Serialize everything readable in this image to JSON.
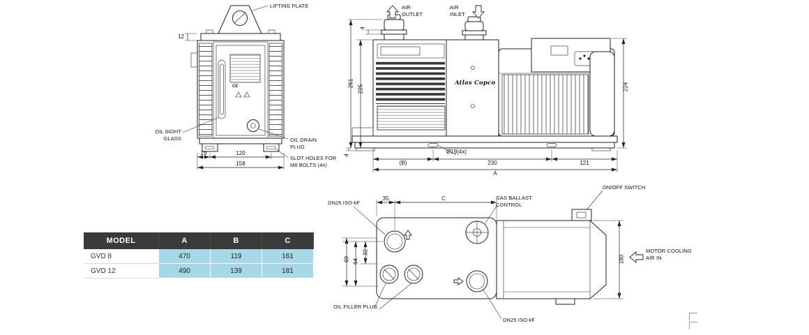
{
  "front_view": {
    "labels": {
      "lifting_plate": "LIFTING PLATE",
      "oil_sight_glass": "OIL SIGHT\nGLASS",
      "oil_drain_plug": "OIL DRAIN\nPLUG",
      "slot_holes": "SLOT HOLES FOR\nM8 BOLTS (4x)",
      "ce_mark": "CE"
    },
    "dims": {
      "top_offset": "12",
      "foot": "19",
      "bolt_span": "120",
      "overall_width": "158"
    }
  },
  "side_view": {
    "labels": {
      "air_outlet": "AIR\nOUTLET",
      "air_inlet": "AIR\nINLET",
      "brand": "Atlas Copco"
    },
    "dims": {
      "overall_height": "261",
      "body_height": "225",
      "flange": "4",
      "foot": "4",
      "motor_height": "224",
      "b_ref": "(B)",
      "slot_dia": "Ø19(4x)",
      "bolt_span": "230",
      "rear_span": "121",
      "a_ref": "A"
    }
  },
  "top_view": {
    "labels": {
      "dn25_top": "DN25 ISO-kF",
      "gas_ballast": "GAS BALLAST\nCONTROL",
      "on_off": "ON/OFF SWITCH",
      "motor_cooling": "MOTOR COOLING\nAIR IN",
      "oil_filler": "OIL FILLER PLUG",
      "dn25_bottom": "DN25 ISO-kF"
    },
    "dims": {
      "port_offset": "35",
      "c_ref": "C",
      "d69": "69",
      "d64": "64",
      "d32": "32",
      "depth": "180"
    }
  },
  "table": {
    "headers": [
      "MODEL",
      "A",
      "B",
      "C"
    ],
    "rows": [
      {
        "model": "GVD 8",
        "A": "470",
        "B": "119",
        "C": "161"
      },
      {
        "model": "GVD 12",
        "A": "490",
        "B": "139",
        "C": "181"
      }
    ],
    "colors": {
      "header_bg": "#3a3a3a",
      "header_text": "#ffffff",
      "value_bg": "#a6d8e8"
    }
  }
}
